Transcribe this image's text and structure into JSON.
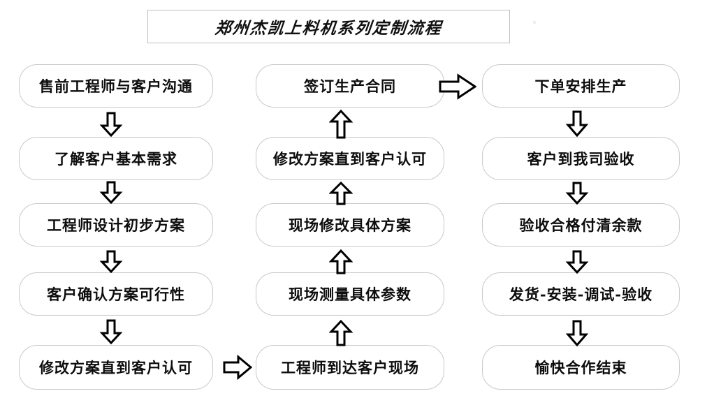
{
  "diagram": {
    "title": "郑州杰凯上料机系列定制流程",
    "type": "flowchart",
    "columns": [
      {
        "id": "column-1",
        "flow_direction": "top-to-bottom",
        "nodes": [
          {
            "id": "n1-1",
            "label": "售前工程师与客户沟通"
          },
          {
            "id": "n1-2",
            "label": "了解客户基本需求"
          },
          {
            "id": "n1-3",
            "label": "工程师设计初步方案"
          },
          {
            "id": "n1-4",
            "label": "客户确认方案可行性"
          },
          {
            "id": "n1-5",
            "label": "修改方案直到客户认可"
          }
        ]
      },
      {
        "id": "column-2",
        "flow_direction": "bottom-to-top",
        "nodes": [
          {
            "id": "n2-1",
            "label": "签订生产合同"
          },
          {
            "id": "n2-2",
            "label": "修改方案直到客户认可"
          },
          {
            "id": "n2-3",
            "label": "现场修改具体方案"
          },
          {
            "id": "n2-4",
            "label": "现场测量具体参数"
          },
          {
            "id": "n2-5",
            "label": "工程师到达客户现场"
          }
        ]
      },
      {
        "id": "column-3",
        "flow_direction": "top-to-bottom",
        "nodes": [
          {
            "id": "n3-1",
            "label": "下单安排生产"
          },
          {
            "id": "n3-2",
            "label": "客户到我司验收"
          },
          {
            "id": "n3-3",
            "label": "验收合格付清余款"
          },
          {
            "id": "n3-4",
            "label": "发货-安装-调试-验收"
          },
          {
            "id": "n3-5",
            "label": "愉快合作结束"
          }
        ]
      }
    ],
    "connectors": [
      {
        "id": "c1-1",
        "direction": "down",
        "from": "n1-1",
        "to": "n1-2"
      },
      {
        "id": "c1-2",
        "direction": "down",
        "from": "n1-2",
        "to": "n1-3"
      },
      {
        "id": "c1-3",
        "direction": "down",
        "from": "n1-3",
        "to": "n1-4"
      },
      {
        "id": "c1-4",
        "direction": "down",
        "from": "n1-4",
        "to": "n1-5"
      },
      {
        "id": "c-bridge-1",
        "direction": "right",
        "from": "n1-5",
        "to": "n2-5"
      },
      {
        "id": "c2-1",
        "direction": "up",
        "from": "n2-5",
        "to": "n2-4"
      },
      {
        "id": "c2-2",
        "direction": "up",
        "from": "n2-4",
        "to": "n2-3"
      },
      {
        "id": "c2-3",
        "direction": "up",
        "from": "n2-3",
        "to": "n2-2"
      },
      {
        "id": "c2-4",
        "direction": "up",
        "from": "n2-2",
        "to": "n2-1"
      },
      {
        "id": "c-bridge-2",
        "direction": "right",
        "from": "n2-1",
        "to": "n3-1"
      },
      {
        "id": "c3-1",
        "direction": "down",
        "from": "n3-1",
        "to": "n3-2"
      },
      {
        "id": "c3-2",
        "direction": "down",
        "from": "n3-2",
        "to": "n3-3"
      },
      {
        "id": "c3-3",
        "direction": "down",
        "from": "n3-3",
        "to": "n3-4"
      },
      {
        "id": "c3-4",
        "direction": "down",
        "from": "n3-4",
        "to": "n3-5"
      }
    ],
    "colors": {
      "background": "#ffffff",
      "node_border": "#c9c9c9",
      "node_fill": "#ffffff",
      "text": "#0d0d0d",
      "title_border": "#bfbfbf",
      "arrow_stroke": "#000000",
      "arrow_fill": "#ffffff"
    }
  }
}
